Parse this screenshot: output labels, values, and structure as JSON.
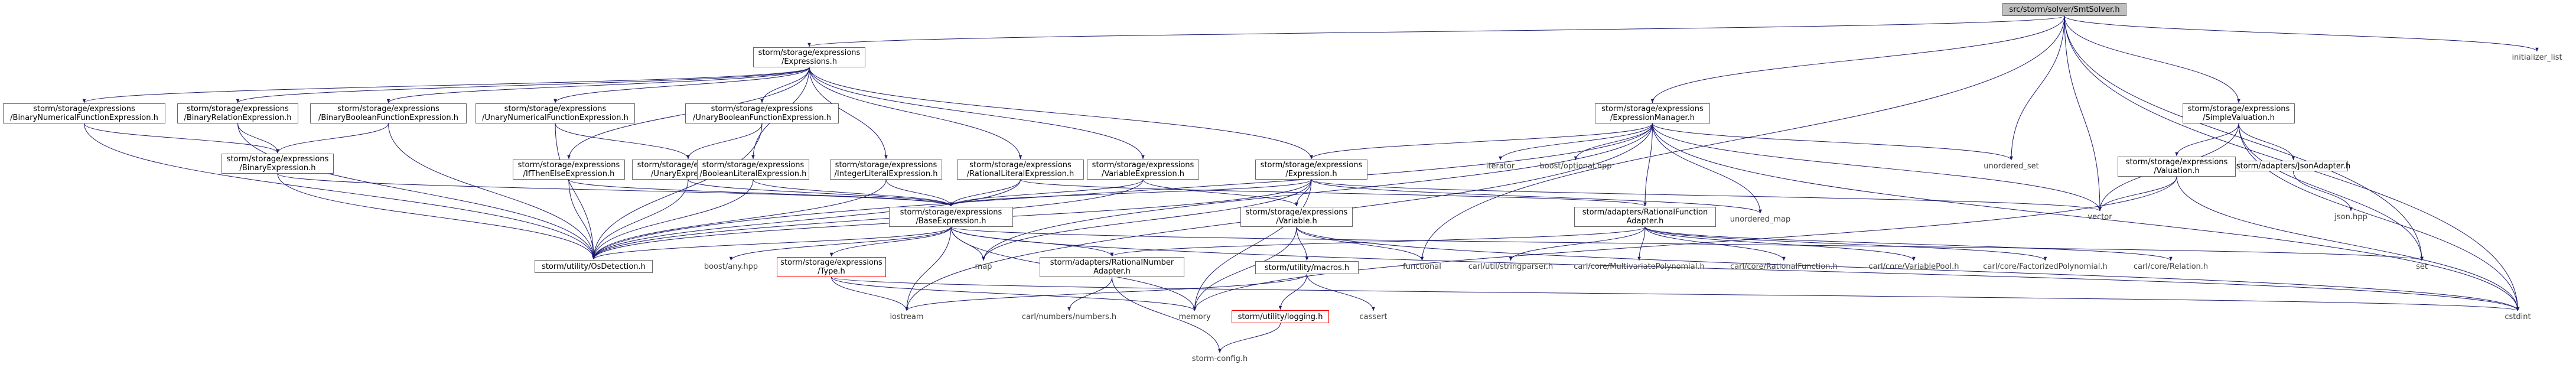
{
  "graph": {
    "nodes": [
      {
        "id": "root",
        "lines": [
          "src/storm/solver/SmtSolver.h"
        ],
        "style": "root"
      },
      {
        "id": "init_list",
        "lines": [
          "initializer_list"
        ],
        "style": "plain"
      },
      {
        "id": "expressions_h",
        "lines": [
          "storm/storage/expressions",
          "/Expressions.h"
        ],
        "style": "box"
      },
      {
        "id": "binnumfunc",
        "lines": [
          "storm/storage/expressions",
          "/BinaryNumericalFunctionExpression.h"
        ],
        "style": "box"
      },
      {
        "id": "binrel",
        "lines": [
          "storm/storage/expressions",
          "/BinaryRelationExpression.h"
        ],
        "style": "box"
      },
      {
        "id": "binbool",
        "lines": [
          "storm/storage/expressions",
          "/BinaryBooleanFunctionExpression.h"
        ],
        "style": "box"
      },
      {
        "id": "unnumfunc",
        "lines": [
          "storm/storage/expressions",
          "/UnaryNumericalFunctionExpression.h"
        ],
        "style": "box"
      },
      {
        "id": "unboolfunc",
        "lines": [
          "storm/storage/expressions",
          "/UnaryBooleanFunctionExpression.h"
        ],
        "style": "box"
      },
      {
        "id": "binexpr",
        "lines": [
          "storm/storage/expressions",
          "/BinaryExpression.h"
        ],
        "style": "box"
      },
      {
        "id": "ifthenelse",
        "lines": [
          "storm/storage/expressions",
          "/IfThenElseExpression.h"
        ],
        "style": "box"
      },
      {
        "id": "unexpr",
        "lines": [
          "storm/storage/expressions",
          "/UnaryExpression.h"
        ],
        "style": "box"
      },
      {
        "id": "boollit",
        "lines": [
          "storm/storage/expressions",
          "/BooleanLiteralExpression.h"
        ],
        "style": "box"
      },
      {
        "id": "intlit",
        "lines": [
          "storm/storage/expressions",
          "/IntegerLiteralExpression.h"
        ],
        "style": "box"
      },
      {
        "id": "ratlit",
        "lines": [
          "storm/storage/expressions",
          "/RationalLiteralExpression.h"
        ],
        "style": "box"
      },
      {
        "id": "varexpr",
        "lines": [
          "storm/storage/expressions",
          "/VariableExpression.h"
        ],
        "style": "box"
      },
      {
        "id": "expression_h",
        "lines": [
          "storm/storage/expressions",
          "/Expression.h"
        ],
        "style": "box"
      },
      {
        "id": "exprmgr",
        "lines": [
          "storm/storage/expressions",
          "/ExpressionManager.h"
        ],
        "style": "box"
      },
      {
        "id": "simpleval",
        "lines": [
          "storm/storage/expressions",
          "/SimpleValuation.h"
        ],
        "style": "box"
      },
      {
        "id": "baseexpr",
        "lines": [
          "storm/storage/expressions",
          "/BaseExpression.h"
        ],
        "style": "box"
      },
      {
        "id": "variable_h",
        "lines": [
          "storm/storage/expressions",
          "/Variable.h"
        ],
        "style": "box"
      },
      {
        "id": "ratfunc_adapter",
        "lines": [
          "storm/adapters/RationalFunction",
          "Adapter.h"
        ],
        "style": "box"
      },
      {
        "id": "valuation_h",
        "lines": [
          "storm/storage/expressions",
          "/Valuation.h"
        ],
        "style": "box"
      },
      {
        "id": "jsonadapter",
        "lines": [
          "storm/adapters/JsonAdapter.h"
        ],
        "style": "box"
      },
      {
        "id": "osdetection",
        "lines": [
          "storm/utility/OsDetection.h"
        ],
        "style": "box"
      },
      {
        "id": "boost_any",
        "lines": [
          "boost/any.hpp"
        ],
        "style": "plain"
      },
      {
        "id": "type_h",
        "lines": [
          "storm/storage/expressions",
          "/Type.h"
        ],
        "style": "red"
      },
      {
        "id": "map",
        "lines": [
          "map"
        ],
        "style": "plain"
      },
      {
        "id": "ratnum_adapter",
        "lines": [
          "storm/adapters/RationalNumber",
          "Adapter.h"
        ],
        "style": "box"
      },
      {
        "id": "macros_h",
        "lines": [
          "storm/utility/macros.h"
        ],
        "style": "box"
      },
      {
        "id": "logging_h",
        "lines": [
          "storm/utility/logging.h"
        ],
        "style": "red"
      },
      {
        "id": "iostream",
        "lines": [
          "iostream"
        ],
        "style": "plain"
      },
      {
        "id": "memory",
        "lines": [
          "memory"
        ],
        "style": "plain"
      },
      {
        "id": "cassert",
        "lines": [
          "cassert"
        ],
        "style": "plain"
      },
      {
        "id": "functional",
        "lines": [
          "functional"
        ],
        "style": "plain"
      },
      {
        "id": "carl_numbers",
        "lines": [
          "carl/numbers/numbers.h"
        ],
        "style": "plain"
      },
      {
        "id": "storm_config",
        "lines": [
          "storm-config.h"
        ],
        "style": "plain"
      },
      {
        "id": "carl_stringparser",
        "lines": [
          "carl/util/stringparser.h"
        ],
        "style": "plain"
      },
      {
        "id": "carl_multipoly",
        "lines": [
          "carl/core/MultivariatePolynomial.h"
        ],
        "style": "plain"
      },
      {
        "id": "carl_ratfunc",
        "lines": [
          "carl/core/RationalFunction.h"
        ],
        "style": "plain"
      },
      {
        "id": "carl_varpool",
        "lines": [
          "carl/core/VariablePool.h"
        ],
        "style": "plain"
      },
      {
        "id": "carl_factpoly",
        "lines": [
          "carl/core/FactorizedPolynomial.h"
        ],
        "style": "plain"
      },
      {
        "id": "carl_relation",
        "lines": [
          "carl/core/Relation.h"
        ],
        "style": "plain"
      },
      {
        "id": "set",
        "lines": [
          "set"
        ],
        "style": "plain"
      },
      {
        "id": "cstdint",
        "lines": [
          "cstdint"
        ],
        "style": "plain"
      },
      {
        "id": "iterator",
        "lines": [
          "iterator"
        ],
        "style": "plain"
      },
      {
        "id": "boost_optional",
        "lines": [
          "boost/optional.hpp"
        ],
        "style": "plain"
      },
      {
        "id": "unordered_set",
        "lines": [
          "unordered_set"
        ],
        "style": "plain"
      },
      {
        "id": "unordered_map",
        "lines": [
          "unordered_map"
        ],
        "style": "plain"
      },
      {
        "id": "vector",
        "lines": [
          "vector"
        ],
        "style": "plain"
      },
      {
        "id": "json_hpp",
        "lines": [
          "json.hpp"
        ],
        "style": "plain"
      }
    ],
    "edges": [
      [
        "root",
        "expressions_h"
      ],
      [
        "root",
        "exprmgr"
      ],
      [
        "root",
        "simpleval"
      ],
      [
        "root",
        "init_list"
      ],
      [
        "root",
        "cstdint"
      ],
      [
        "root",
        "set"
      ],
      [
        "root",
        "vector"
      ],
      [
        "root",
        "unordered_set"
      ],
      [
        "root",
        "functional"
      ],
      [
        "expressions_h",
        "binnumfunc"
      ],
      [
        "expressions_h",
        "binrel"
      ],
      [
        "expressions_h",
        "binbool"
      ],
      [
        "expressions_h",
        "unnumfunc"
      ],
      [
        "expressions_h",
        "unboolfunc"
      ],
      [
        "expressions_h",
        "ifthenelse"
      ],
      [
        "expressions_h",
        "boollit"
      ],
      [
        "expressions_h",
        "intlit"
      ],
      [
        "expressions_h",
        "ratlit"
      ],
      [
        "expressions_h",
        "varexpr"
      ],
      [
        "expressions_h",
        "expression_h"
      ],
      [
        "binnumfunc",
        "binexpr"
      ],
      [
        "binnumfunc",
        "osdetection"
      ],
      [
        "binrel",
        "binexpr"
      ],
      [
        "binrel",
        "osdetection"
      ],
      [
        "binbool",
        "binexpr"
      ],
      [
        "binbool",
        "osdetection"
      ],
      [
        "unnumfunc",
        "unexpr"
      ],
      [
        "unnumfunc",
        "osdetection"
      ],
      [
        "unboolfunc",
        "unexpr"
      ],
      [
        "unboolfunc",
        "osdetection"
      ],
      [
        "binexpr",
        "baseexpr"
      ],
      [
        "binexpr",
        "osdetection"
      ],
      [
        "ifthenelse",
        "baseexpr"
      ],
      [
        "ifthenelse",
        "osdetection"
      ],
      [
        "unexpr",
        "baseexpr"
      ],
      [
        "unexpr",
        "osdetection"
      ],
      [
        "boollit",
        "baseexpr"
      ],
      [
        "boollit",
        "osdetection"
      ],
      [
        "intlit",
        "baseexpr"
      ],
      [
        "intlit",
        "osdetection"
      ],
      [
        "ratlit",
        "baseexpr"
      ],
      [
        "ratlit",
        "osdetection"
      ],
      [
        "ratlit",
        "ratfunc_adapter"
      ],
      [
        "varexpr",
        "baseexpr"
      ],
      [
        "varexpr",
        "variable_h"
      ],
      [
        "varexpr",
        "osdetection"
      ],
      [
        "expression_h",
        "baseexpr"
      ],
      [
        "expression_h",
        "variable_h"
      ],
      [
        "expression_h",
        "osdetection"
      ],
      [
        "expression_h",
        "map"
      ],
      [
        "expression_h",
        "unordered_map"
      ],
      [
        "expression_h",
        "memory"
      ],
      [
        "expression_h",
        "vector"
      ],
      [
        "exprmgr",
        "expression_h"
      ],
      [
        "exprmgr",
        "ratfunc_adapter"
      ],
      [
        "exprmgr",
        "osdetection"
      ],
      [
        "exprmgr",
        "iterator"
      ],
      [
        "exprmgr",
        "boost_optional"
      ],
      [
        "exprmgr",
        "unordered_set"
      ],
      [
        "exprmgr",
        "unordered_map"
      ],
      [
        "exprmgr",
        "vector"
      ],
      [
        "exprmgr",
        "cstdint"
      ],
      [
        "exprmgr",
        "map"
      ],
      [
        "exprmgr",
        "iostream"
      ],
      [
        "simpleval",
        "valuation_h"
      ],
      [
        "simpleval",
        "jsonadapter"
      ],
      [
        "simpleval",
        "vector"
      ],
      [
        "simpleval",
        "set"
      ],
      [
        "simpleval",
        "cstdint"
      ],
      [
        "valuation_h",
        "vector"
      ],
      [
        "valuation_h",
        "cstdint"
      ],
      [
        "valuation_h",
        "memory"
      ],
      [
        "jsonadapter",
        "json_hpp"
      ],
      [
        "baseexpr",
        "osdetection"
      ],
      [
        "baseexpr",
        "boost_any"
      ],
      [
        "baseexpr",
        "type_h"
      ],
      [
        "baseexpr",
        "map"
      ],
      [
        "baseexpr",
        "ratnum_adapter"
      ],
      [
        "baseexpr",
        "iostream"
      ],
      [
        "baseexpr",
        "memory"
      ],
      [
        "baseexpr",
        "set"
      ],
      [
        "baseexpr",
        "cstdint"
      ],
      [
        "variable_h",
        "macros_h"
      ],
      [
        "variable_h",
        "memory"
      ],
      [
        "variable_h",
        "functional"
      ],
      [
        "variable_h",
        "cstdint"
      ],
      [
        "ratfunc_adapter",
        "ratnum_adapter"
      ],
      [
        "ratfunc_adapter",
        "carl_stringparser"
      ],
      [
        "ratfunc_adapter",
        "carl_multipoly"
      ],
      [
        "ratfunc_adapter",
        "carl_ratfunc"
      ],
      [
        "ratfunc_adapter",
        "carl_varpool"
      ],
      [
        "ratfunc_adapter",
        "carl_factpoly"
      ],
      [
        "ratfunc_adapter",
        "carl_relation"
      ],
      [
        "ratnum_adapter",
        "carl_numbers"
      ],
      [
        "ratnum_adapter",
        "storm_config"
      ],
      [
        "type_h",
        "memory"
      ],
      [
        "type_h",
        "iostream"
      ],
      [
        "type_h",
        "cstdint"
      ],
      [
        "macros_h",
        "logging_h"
      ],
      [
        "macros_h",
        "cassert"
      ],
      [
        "macros_h",
        "iostream"
      ],
      [
        "logging_h",
        "storm_config"
      ]
    ]
  }
}
